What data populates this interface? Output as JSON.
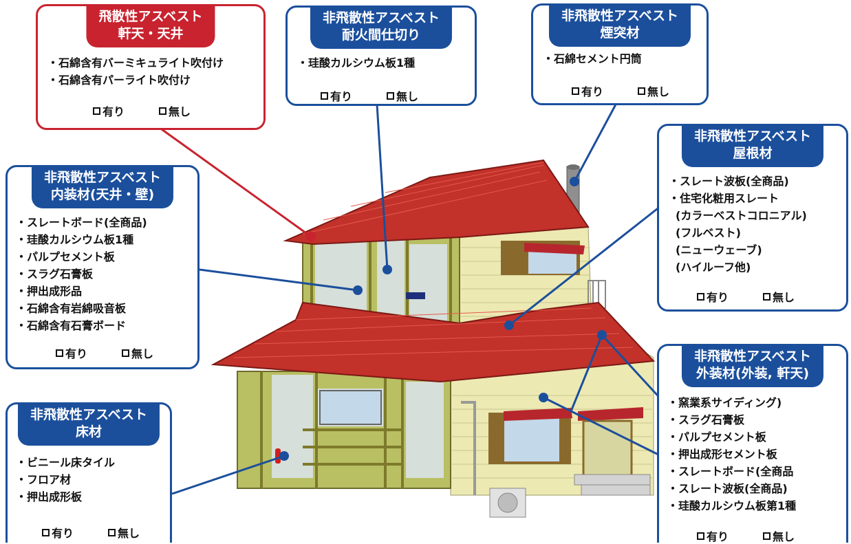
{
  "check_labels": {
    "yes": "有り",
    "no": "無し"
  },
  "callouts": {
    "ceiling_spray": {
      "title_line1": "飛散性アスベスト",
      "title_line2": "軒天・天井",
      "items": [
        "石綿含有バーミキュライト吹付け",
        "石綿含有パーライト吹付け"
      ]
    },
    "fire_partition": {
      "title_line1": "非飛散性アスベスト",
      "title_line2": "耐火間仕切り",
      "items": [
        "珪酸カルシウム板1種"
      ]
    },
    "chimney": {
      "title_line1": "非飛散性アスベスト",
      "title_line2": "煙突材",
      "items": [
        "石綿セメント円筒"
      ]
    },
    "roof": {
      "title_line1": "非飛散性アスベスト",
      "title_line2": "屋根材",
      "items": [
        "スレート波板(全商品)",
        "住宅化粧用スレート",
        "(カラーベストコロニアル)",
        "(フルベスト)",
        "(ニューウェーブ)",
        "(ハイルーフ他)"
      ]
    },
    "interior": {
      "title_line1": "非飛散性アスベスト",
      "title_line2": "内装材(天井・壁)",
      "items": [
        "スレートボード(全商品)",
        "珪酸カルシウム板1種",
        "パルプセメント板",
        "スラグ石膏板",
        "押出成形品",
        "石綿含有岩綿吸音板",
        "石綿含有石膏ボード"
      ]
    },
    "exterior": {
      "title_line1": "非飛散性アスベスト",
      "title_line2": "外装材(外装, 軒天)",
      "items": [
        "窯業系サイディング)",
        "スラグ石膏板",
        "パルプセメント板",
        "押出成形セメント板",
        "スレートボード(全商品",
        "スレート波板(全商品)",
        "珪酸カルシウム板第1種"
      ]
    },
    "floor": {
      "title_line1": "非飛散性アスベスト",
      "title_line2": "床材",
      "items": [
        "ビニール床タイル",
        "フロア材",
        "押出成形板"
      ]
    }
  },
  "colors": {
    "accent_blue": "#1b4f9c",
    "accent_red": "#c8232f",
    "roof": "#c2312a",
    "siding": "#ece9b2"
  }
}
